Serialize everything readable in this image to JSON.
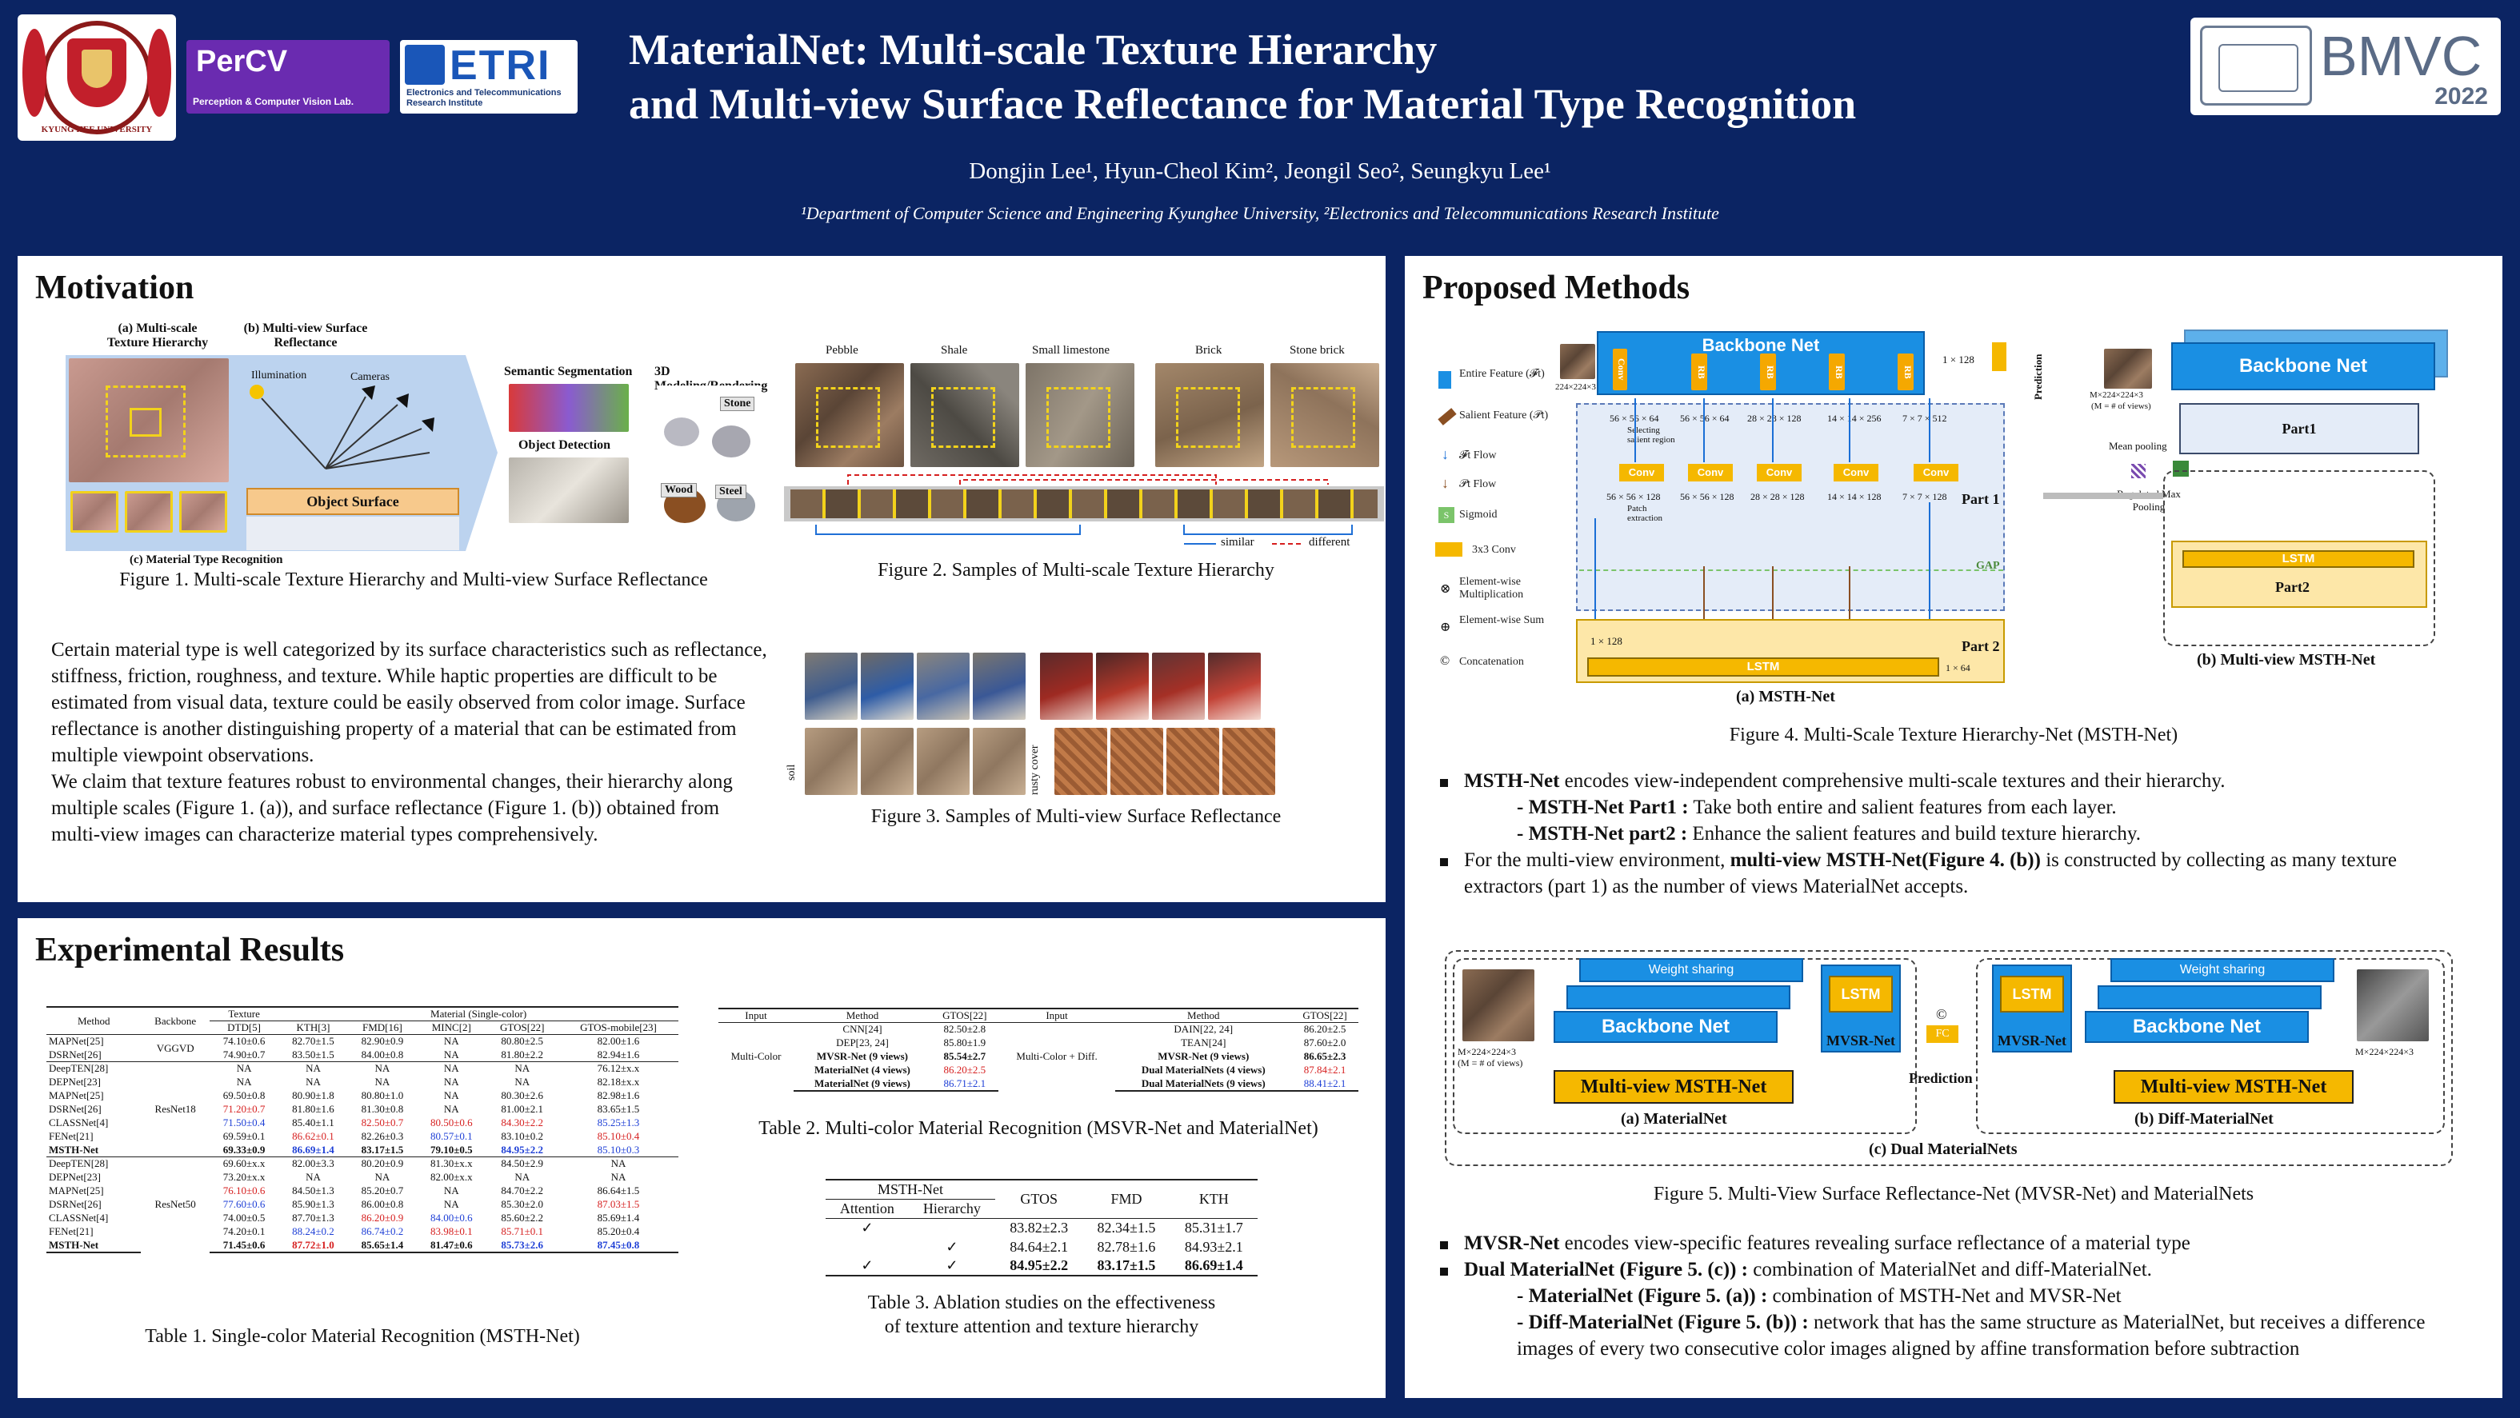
{
  "header": {
    "title_line1": "MaterialNet: Multi-scale Texture Hierarchy",
    "title_line2": "and Multi-view Surface Reflectance for Material Type Recognition",
    "authors": "Dongjin Lee¹, Hyun-Cheol Kim², Jeongil Seo², Seungkyu Lee¹",
    "affiliations": "¹Department of Computer Science and Engineering Kyunghee University, ²Electronics and Telecommunications Research Institute",
    "logos": {
      "kyunghee": "KYUNG HEE UNIVERSITY",
      "percv_name": "PerCV",
      "percv_sub": "Perception & Computer Vision Lab.",
      "etri_name": "ETRI",
      "etri_sub": "Electronics and Telecommunications Research Institute",
      "bmvc_name": "BMVC",
      "bmvc_year": "2022"
    }
  },
  "motivation": {
    "heading": "Motivation",
    "fig1": {
      "label_a": "(a) Multi-scale Texture Hierarchy",
      "label_b": "(b) Multi-view Surface Reflectance",
      "label_c": "(c) Material Type Recognition",
      "illumination": "Illumination",
      "cameras": "Cameras",
      "object_surface": "Object Surface",
      "semantic_seg": "Semantic Segmentation",
      "object_det": "Object Detection",
      "modeling": "3D Modeling/Rendering",
      "stone": "Stone",
      "wood": "Wood",
      "steel": "Steel",
      "caption": "Figure 1. Multi-scale Texture Hierarchy and Multi-view Surface Reflectance"
    },
    "fig2": {
      "labels": [
        "Pebble",
        "Shale",
        "Small limestone",
        "Brick",
        "Stone brick"
      ],
      "similar": "similar",
      "different": "different",
      "caption": "Figure 2. Samples of Multi-scale Texture Hierarchy"
    },
    "fig3": {
      "soil": "soil",
      "rusty": "rusty cover",
      "caption": "Figure 3. Samples of Multi-view Surface Reflectance"
    },
    "paragraph1": "Certain material type is well categorized by its surface characteristics such as reflectance, stiffness, friction, roughness, and texture. While haptic properties are difficult to be estimated from visual data, texture could be easily observed from color image. Surface reflectance is another distinguishing property of a material that can be estimated from multiple viewpoint observations.",
    "paragraph2": "We claim that texture features robust to environmental changes, their hierarchy along multiple scales (Figure 1. (a)), and surface reflectance (Figure 1. (b)) obtained from multi-view images can characterize material types comprehensively."
  },
  "experiments": {
    "heading": "Experimental Results",
    "table1": {
      "caption": "Table 1. Single-color Material Recognition (MSTH-Net)",
      "head_method": "Method",
      "head_backbone": "Backbone",
      "head_texture": "Texture",
      "head_material": "Material (Single-color)",
      "cols": [
        "DTD[5]",
        "KTH[3]",
        "FMD[16]",
        "MINC[2]",
        "GTOS[22]",
        "GTOS-mobile[23]"
      ],
      "groups": [
        {
          "backbone": "VGGVD",
          "rows": [
            [
              "MAPNet[25]",
              "74.10±0.6",
              "82.70±1.5",
              "82.90±0.9",
              "NA",
              "80.80±2.5",
              "82.00±1.6"
            ],
            [
              "DSRNet[26]",
              "74.90±0.7",
              "83.50±1.5",
              "84.00±0.8",
              "NA",
              "81.80±2.2",
              "82.94±1.6"
            ]
          ]
        },
        {
          "backbone": "ResNet18",
          "rows": [
            [
              "DeepTEN[28]",
              "NA",
              "NA",
              "NA",
              "NA",
              "NA",
              "76.12±x.x"
            ],
            [
              "DEPNet[23]",
              "NA",
              "NA",
              "NA",
              "NA",
              "NA",
              "82.18±x.x"
            ],
            [
              "MAPNet[25]",
              "69.50±0.8",
              "80.90±1.8",
              "80.80±1.0",
              "NA",
              "80.30±2.6",
              "82.98±1.6"
            ],
            [
              "DSRNet[26]",
              "71.20±0.7",
              "81.80±1.6",
              "81.30±0.8",
              "NA",
              "81.00±2.1",
              "83.65±1.5"
            ],
            [
              "CLASSNet[4]",
              "71.50±0.4",
              "85.40±1.1",
              "82.50±0.7",
              "80.50±0.6",
              "84.30±2.2",
              "85.25±1.3"
            ],
            [
              "FENet[21]",
              "69.59±0.1",
              "86.62±0.1",
              "82.26±0.3",
              "80.57±0.1",
              "83.10±0.2",
              "85.10±0.4"
            ],
            [
              "MSTH-Net",
              "69.33±0.9",
              "86.69±1.4",
              "83.17±1.5",
              "79.10±0.5",
              "84.95±2.2",
              "85.10±0.3"
            ]
          ]
        },
        {
          "backbone": "ResNet50",
          "rows": [
            [
              "DeepTEN[28]",
              "69.60±x.x",
              "82.00±3.3",
              "80.20±0.9",
              "81.30±x.x",
              "84.50±2.9",
              "NA"
            ],
            [
              "DEPNet[23]",
              "73.20±x.x",
              "NA",
              "NA",
              "82.00±x.x",
              "NA",
              "NA"
            ],
            [
              "MAPNet[25]",
              "76.10±0.6",
              "84.50±1.3",
              "85.20±0.7",
              "NA",
              "84.70±2.2",
              "86.64±1.5"
            ],
            [
              "DSRNet[26]",
              "77.60±0.6",
              "85.90±1.3",
              "86.00±0.8",
              "NA",
              "85.30±2.0",
              "87.03±1.5"
            ],
            [
              "CLASSNet[4]",
              "74.00±0.5",
              "87.70±1.3",
              "86.20±0.9",
              "84.00±0.6",
              "85.60±2.2",
              "85.69±1.4"
            ],
            [
              "FENet[21]",
              "74.20±0.1",
              "88.24±0.2",
              "86.74±0.2",
              "83.98±0.1",
              "85.71±0.1",
              "85.20±0.4"
            ],
            [
              "MSTH-Net",
              "71.45±0.6",
              "87.72±1.0",
              "85.65±1.4",
              "81.47±0.6",
              "85.73±2.6",
              "87.45±0.8"
            ]
          ]
        }
      ]
    },
    "table2": {
      "caption": "Table 2. Multi-color Material Recognition (MSVR-Net and MaterialNet)",
      "head": [
        "Input",
        "Method",
        "GTOS[22]",
        "Input",
        "Method",
        "GTOS[22]"
      ],
      "input_left": "Multi-Color",
      "input_right": "Multi-Color + Diff.",
      "rows": [
        [
          "CNN[24]",
          "82.50±2.8",
          "DAIN[22, 24]",
          "86.20±2.5"
        ],
        [
          "DEP[23, 24]",
          "85.80±1.9",
          "TEAN[24]",
          "87.60±2.0"
        ],
        [
          "MVSR-Net (9 views)",
          "85.54±2.7",
          "MVSR-Net (9 views)",
          "86.65±2.3"
        ],
        [
          "MaterialNet (4 views)",
          "86.20±2.5",
          "Dual MaterialNets (4 views)",
          "87.84±2.1"
        ],
        [
          "MaterialNet (9 views)",
          "86.71±2.1",
          "Dual MaterialNets (9 views)",
          "88.41±2.1"
        ]
      ]
    },
    "table3": {
      "caption_line1": "Table 3. Ablation studies on the effectiveness",
      "caption_line2": "of texture attention and texture hierarchy",
      "head_group": "MSTH-Net",
      "head": [
        "Attention",
        "Hierarchy",
        "GTOS",
        "FMD",
        "KTH"
      ],
      "check": "✓",
      "rows": [
        [
          "✓",
          "",
          "83.82±2.3",
          "82.34±1.5",
          "85.31±1.7"
        ],
        [
          "",
          "✓",
          "84.64±2.1",
          "82.78±1.6",
          "84.93±2.1"
        ],
        [
          "✓",
          "✓",
          "84.95±2.2",
          "83.17±1.5",
          "86.69±1.4"
        ]
      ]
    }
  },
  "methods": {
    "heading": "Proposed Methods",
    "fig4": {
      "backbone": "Backbone Net",
      "rb": "RB",
      "conv": "Conv",
      "part1": "Part 1",
      "part2": "Part 2",
      "part1_mv": "Part1",
      "part2_mv": "Part2",
      "lstm": "LSTM",
      "gap": "GAP",
      "input_size": "224×224×3",
      "mv_input": "M×224×224×3",
      "mv_note": "(M = # of views)",
      "prediction": "Prediction",
      "fc_size": "1 × 128",
      "fc_size2": "1 × 64",
      "h_size": "1 × 128",
      "sizes": [
        "56 × 56 × 64",
        "56 × 56 × 64",
        "28 × 28 × 128",
        "14 × 14 × 256",
        "7 × 7 × 512"
      ],
      "sizes2": [
        "56 × 56 × 128",
        "56 × 56 × 128",
        "28 × 28 × 128",
        "14 × 14 × 128",
        "7 × 7 × 128"
      ],
      "legend": [
        "Entire Feature (𝓕t)",
        "Salient Feature (𝒫t)",
        "𝓕t Flow",
        "𝒫t Flow",
        "Sigmoid",
        "3x3 Conv",
        "Element-wise Multiplication",
        "Element-wise Sum",
        "Concatenation"
      ],
      "selecting": "Selecting salient region",
      "patch": "Patch extraction",
      "mean_pool": "Mean pooling",
      "reg_max_pool": "Regulated Max Pooling",
      "label_a": "(a) MSTH-Net",
      "label_b": "(b) Multi-view MSTH-Net",
      "caption": "Figure 4. Multi-Scale Texture Hierarchy-Net (MSTH-Net)"
    },
    "bullets1": {
      "b1_bold": "MSTH-Net",
      "b1_text": " encodes view-independent comprehensive multi-scale textures and their hierarchy.",
      "s1_bold": "- MSTH-Net Part1 :",
      "s1_text": " Take both entire and salient features from each layer.",
      "s2_bold": "- MSTH-Net part2 :",
      "s2_text": " Enhance the salient features and build texture hierarchy.",
      "b2_text1": "For the multi-view environment, ",
      "b2_bold": "multi-view MSTH-Net(Figure 4. (b))",
      "b2_text2": " is constructed by collecting as many texture extractors (part 1) as the number of views MaterialNet accepts."
    },
    "fig5": {
      "weight_sharing": "Weight sharing",
      "backbone": "Backbone Net",
      "lstm": "LSTM",
      "mvsr": "MVSR-Net",
      "fc": "FC",
      "prediction": "Prediction",
      "mv_msth": "Multi-view MSTH-Net",
      "input": "M×224×224×3",
      "input_note": "(M = # of views)",
      "label_a": "(a) MaterialNet",
      "label_b": "(b) Diff-MaterialNet",
      "label_c": "(c) Dual MaterialNets",
      "caption": "Figure 5. Multi-View Surface Reflectance-Net (MVSR-Net) and MaterialNets"
    },
    "bullets2": {
      "b1_bold": "MVSR-Net",
      "b1_text": " encodes view-specific features revealing surface reflectance of a material type",
      "b2_bold": "Dual MaterialNet (Figure 5. (c)) :",
      "b2_text": " combination of MaterialNet and diff-MaterialNet.",
      "s1_bold": "- MaterialNet (Figure 5. (a)) :",
      "s1_text": " combination of MSTH-Net and MVSR-Net",
      "s2_bold": "- Diff-MaterialNet (Figure 5. (b)) :",
      "s2_text": " network that has the same structure as MaterialNet, but receives a difference images of every two consecutive color images aligned by affine transformation before subtraction"
    }
  },
  "colors": {
    "navy": "#0b2463",
    "backbone_blue": "#1a8fe3",
    "conv_yellow": "#f5b800",
    "highlight_red": "#d61f1f",
    "highlight_blue": "#1e3fd6"
  }
}
